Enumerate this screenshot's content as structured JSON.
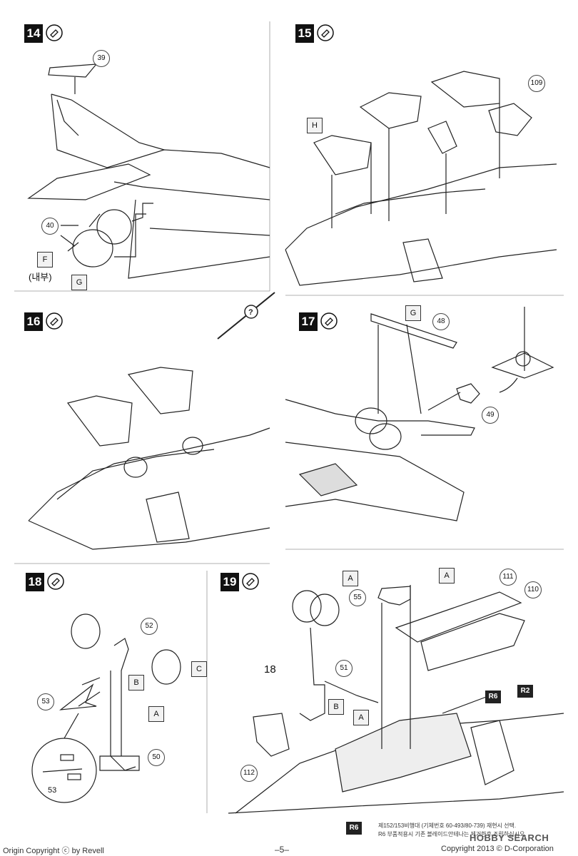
{
  "steps": [
    {
      "number": "14",
      "glue_icon": "glue-icon"
    },
    {
      "number": "15",
      "glue_icon": "glue-icon"
    },
    {
      "number": "16",
      "glue_icon": "glue-icon"
    },
    {
      "number": "17",
      "glue_icon": "glue-icon"
    },
    {
      "number": "18",
      "glue_icon": "glue-icon"
    },
    {
      "number": "19",
      "glue_icon": "glue-icon"
    }
  ],
  "step14": {
    "parts": [
      "39",
      "40"
    ],
    "letters": [
      "F",
      "G"
    ],
    "inner_label": "(내부)"
  },
  "step15": {
    "parts": [
      "109"
    ],
    "letters": [
      "H"
    ]
  },
  "step17": {
    "parts": [
      "48",
      "49"
    ],
    "letters": [
      "G"
    ]
  },
  "step18": {
    "parts": [
      "52",
      "53",
      "50",
      "53"
    ],
    "letters": [
      "B",
      "C",
      "A"
    ]
  },
  "step19": {
    "parts": [
      "55",
      "111",
      "110",
      "51",
      "112"
    ],
    "letters": [
      "A",
      "A",
      "B",
      "A"
    ],
    "ref_18": "18",
    "dark": [
      "R6",
      "R2"
    ]
  },
  "note": {
    "badge": "R6",
    "line1": "제152/153비행대 (기체번호 60-493/80-739) 재현시 선택.",
    "line2": "R6 부품적용시 기존 블레이드안테나는 제거한후 조립하십시오."
  },
  "footer": {
    "left": "Origin Copyright ⓒ by Revell",
    "center": "–5–",
    "right": "Copyright 2013 © D-Corporation"
  },
  "watermark": "HOBBY SEARCH"
}
